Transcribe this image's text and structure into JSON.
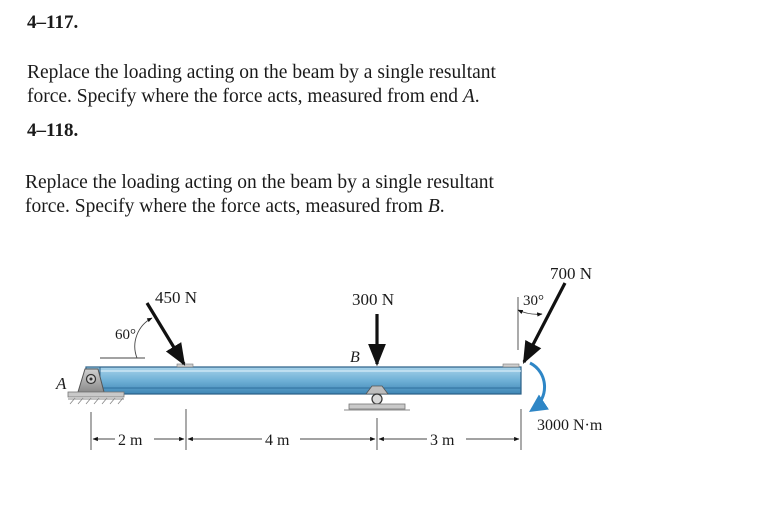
{
  "problems": [
    {
      "number": "4–117.",
      "lines": [
        "Replace the loading acting on the beam by a single resultant",
        "force. Specify where the force acts, measured from end ",
        "A",
        "."
      ]
    },
    {
      "number": "4–118.",
      "lines": [
        "Replace the loading acting on the beam by a single resultant",
        "force. Specify where the force acts, measured from ",
        "B",
        "."
      ]
    }
  ],
  "figure": {
    "point_a_label": "A",
    "point_b_label": "B",
    "force_450": "450 N",
    "force_300": "300 N",
    "force_700": "700 N",
    "angle_60": "60°",
    "angle_30": "30°",
    "moment_label": "3000 N·m",
    "dim_1": "2 m",
    "dim_2": "4 m",
    "dim_3": "3 m",
    "colors": {
      "beam_top": "#a9d3ea",
      "beam_mid": "#6fb0d6",
      "beam_bottom": "#3f86b5",
      "beam_edge": "#2a5f86",
      "force_arrow": "#111111",
      "moment_arrow": "#2e86c6",
      "support_gray": "#9a9a9a"
    }
  }
}
